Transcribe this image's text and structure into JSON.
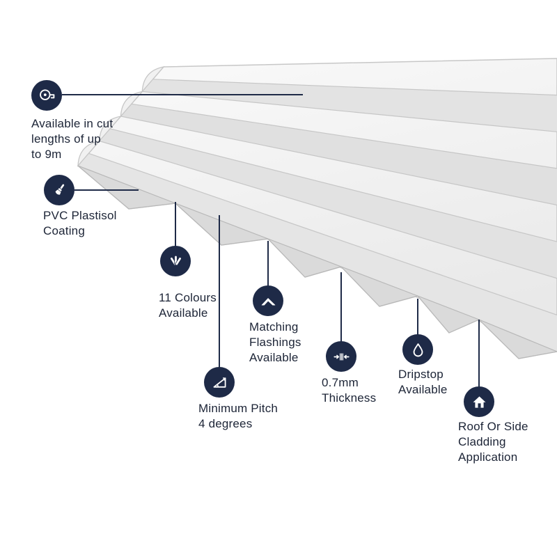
{
  "illustration": {
    "name": "box-profile-roofing-sheet",
    "colors": {
      "icon_background": "#1e2a47",
      "connector_line": "#1e2a47",
      "text": "#1c2436",
      "sheet_light": "#f5f5f5",
      "sheet_shadow": "#e0e0e0",
      "background": "#ffffff"
    }
  },
  "callouts": [
    {
      "id": "cut-lengths",
      "icon": "tape-measure-icon",
      "lines": [
        "Available in cut",
        "lengths of up",
        "to 9m"
      ]
    },
    {
      "id": "pvc-coating",
      "icon": "paintbrush-icon",
      "lines": [
        "PVC Plastisol",
        "Coating"
      ]
    },
    {
      "id": "colours",
      "icon": "colour-fan-icon",
      "lines": [
        "11 Colours",
        "Available"
      ]
    },
    {
      "id": "flashings",
      "icon": "flashing-icon",
      "lines": [
        "Matching",
        "Flashings",
        "Available"
      ]
    },
    {
      "id": "pitch",
      "icon": "pitch-angle-icon",
      "lines": [
        "Minimum Pitch",
        "4 degrees"
      ]
    },
    {
      "id": "thickness",
      "icon": "thickness-gauge-icon",
      "lines": [
        "0.7mm",
        "Thickness"
      ]
    },
    {
      "id": "dripstop",
      "icon": "droplet-icon",
      "lines": [
        "Dripstop",
        "Available"
      ]
    },
    {
      "id": "cladding",
      "icon": "home-icon",
      "lines": [
        "Roof Or Side",
        "Cladding",
        "Application"
      ]
    }
  ]
}
